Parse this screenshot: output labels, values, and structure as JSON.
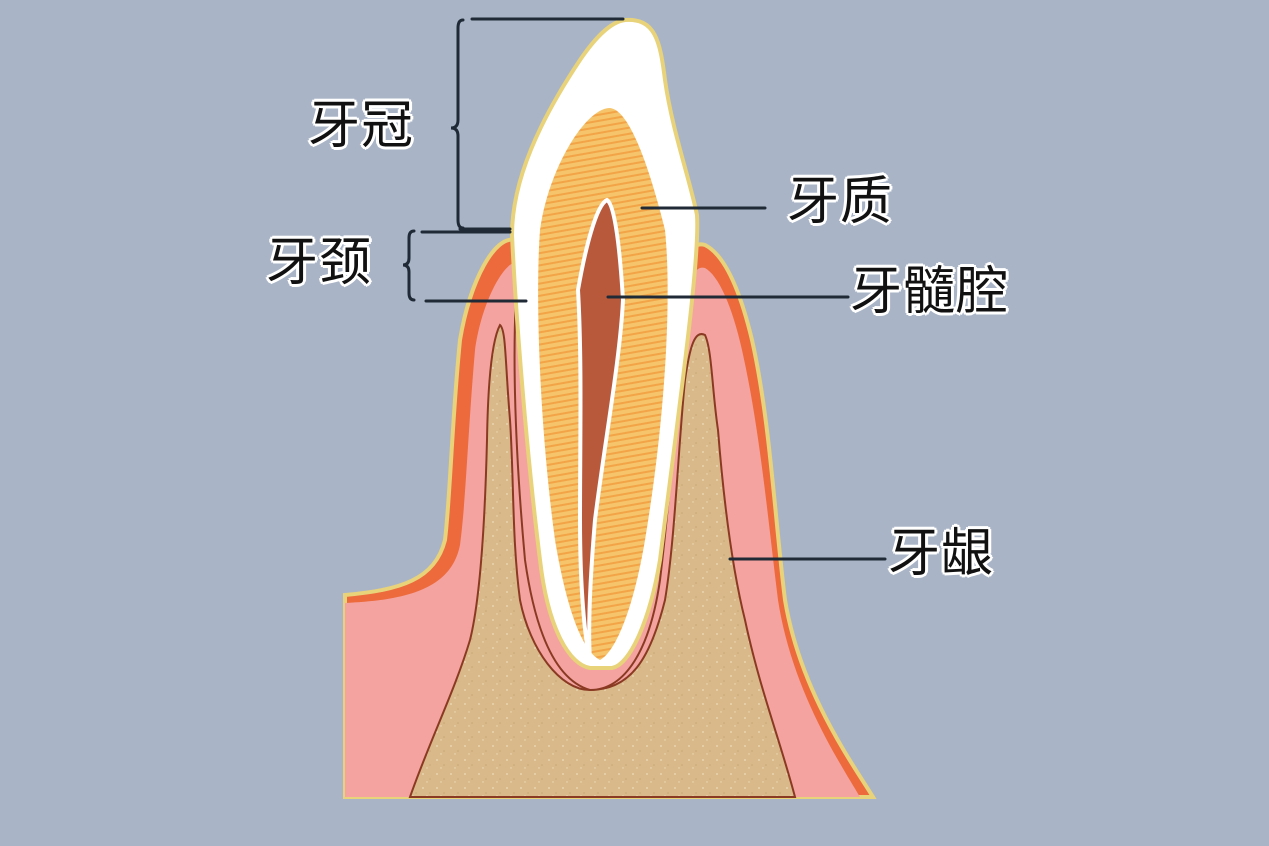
{
  "diagram": {
    "subject": "tooth cross-section anatomy",
    "background_color": "#a9b4c6",
    "colors": {
      "enamel": "#ffffff",
      "enamel_outline": "#e8d27a",
      "dentin": "#f6c46a",
      "dentin_stripes": "#ee8a2a",
      "pulp_cavity": "#b8593c",
      "gum_outer": "#ec6a3c",
      "gum_inner": "#f4a3a0",
      "bone": "#d9b98a",
      "outline": "#8a3a22",
      "leader_line": "#1f2a36"
    },
    "labels": {
      "crown": "牙冠",
      "neck": "牙颈",
      "dentin": "牙质",
      "pulp_cavity": "牙髓腔",
      "gum": "牙龈"
    }
  }
}
